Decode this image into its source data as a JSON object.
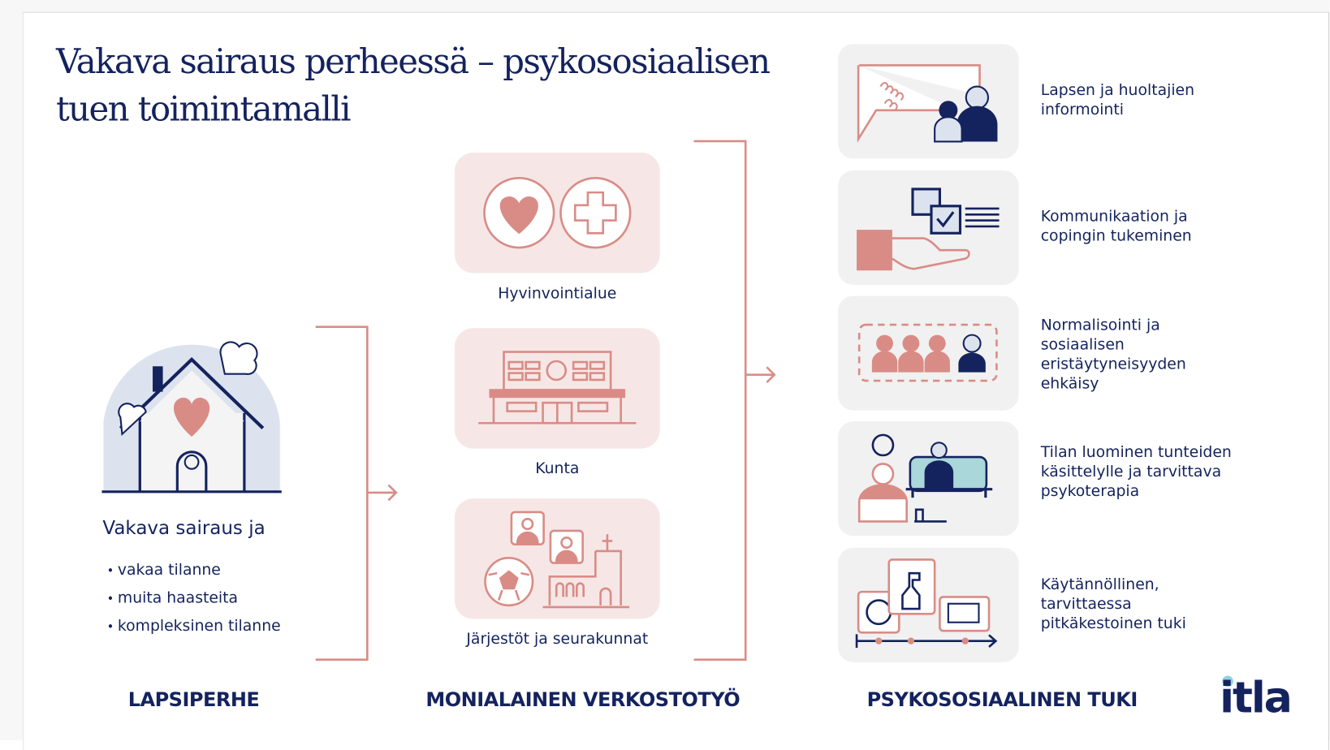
{
  "title": "Vakava sairaus perheessä – psykososiaalisen tuen toimintamalli",
  "family": {
    "heading": "Vakava sairaus ja",
    "items": [
      "vakaa tilanne",
      "muita haasteita",
      "kompleksinen tilanne"
    ]
  },
  "network": {
    "cards": [
      "Hyvinvointialue",
      "Kunta",
      "Järjestöt ja seurakunnat"
    ]
  },
  "support": {
    "items": [
      "Lapsen ja huoltajien informointi",
      "Kommunikaation ja copingin tukeminen",
      "Normalisointi ja sosiaalisen eristäytyneisyyden ehkäisy",
      "Tilan luominen tunteiden käsittelylle ja tarvittava psykoterapia",
      "Käytännöllinen, tarvittaessa pitkäkestoinen tuki"
    ]
  },
  "sections": [
    "LAPSIPERHE",
    "MONIALAINEN VERKOSTOTYÖ",
    "PSYKOSOSIAALINEN TUKI"
  ],
  "logo": "itla",
  "colors": {
    "navy": "#14235e",
    "salmon": "#d98c86",
    "pink": "#f6e7e6",
    "teal": "#8fd3dc"
  }
}
